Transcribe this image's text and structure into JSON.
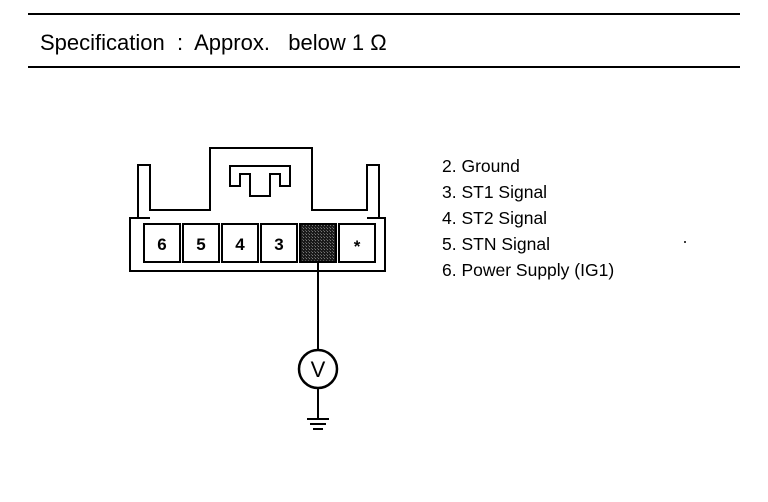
{
  "specification": {
    "label": "Specification",
    "separator": ":",
    "value": "Approx.   below 1 Ω"
  },
  "connector": {
    "pins": [
      "6",
      "5",
      "4",
      "3",
      "",
      "*"
    ],
    "probe_pin_index": 4
  },
  "meter": {
    "symbol": "V"
  },
  "legend": {
    "items": [
      "2. Ground",
      "3. ST1 Signal",
      "4. ST2 Signal",
      "5. STN Signal",
      "6. Power Supply (IG1)"
    ]
  }
}
